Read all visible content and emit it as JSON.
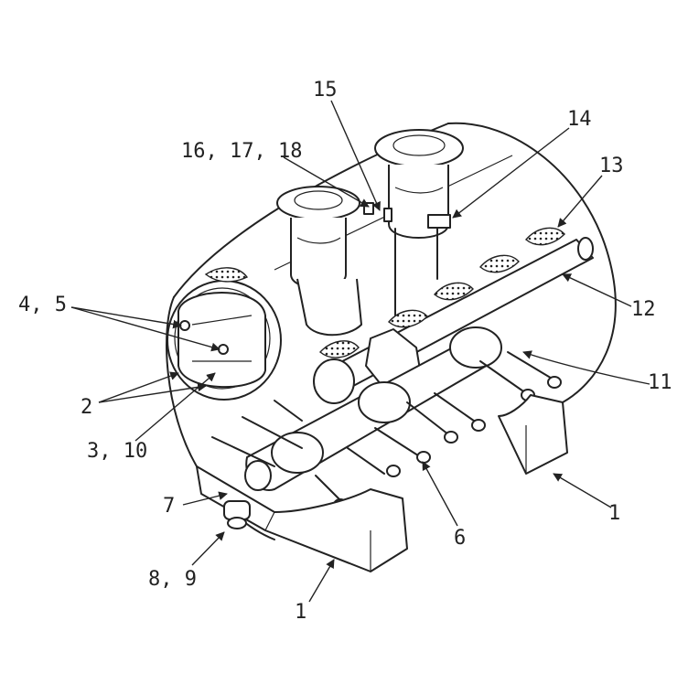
{
  "labels": {
    "l15": "15",
    "l14": "14",
    "l16_17_18": "16, 17, 18",
    "l13": "13",
    "l4_5": "4, 5",
    "l12": "12",
    "l11": "11",
    "l2": "2",
    "l3_10": "3, 10",
    "l7": "7",
    "l6": "6",
    "l1_right": "1",
    "l8_9": "8, 9",
    "l1_left": "1"
  }
}
